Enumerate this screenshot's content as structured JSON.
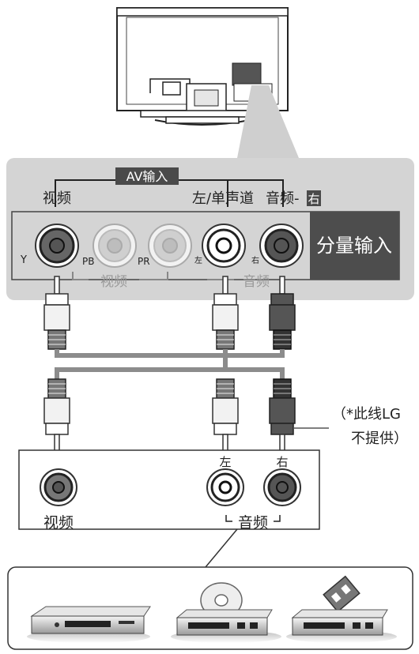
{
  "tv_panel": {
    "av_input_title": "AV输入",
    "video_label": "视频",
    "audio_left_label": "左/单声道",
    "audio_right_prefix": "音频-",
    "audio_right_badge": "右",
    "component_input_label": "分量输入",
    "jack_y": "Y",
    "jack_pb": "PB",
    "jack_pr": "PR",
    "jack_left": "左",
    "jack_right": "右",
    "component_video_caption": "视频",
    "component_audio_caption": "音频"
  },
  "cable_note": {
    "line1": "（*此线LG",
    "line2": "不提供）"
  },
  "device_panel": {
    "left_label": "左",
    "right_label": "右",
    "video_label": "视频",
    "audio_label": "音频"
  },
  "colors": {
    "panel_bg": "#d4d4d4",
    "component_box": "#4d4d4d",
    "plug_white": "#f2f2f2",
    "plug_dark": "#555555",
    "plug_faded": "#cfcfcf",
    "cable": "#8c8c8c"
  },
  "devices": [
    "dvd-player-icon",
    "cd-player-icon",
    "vcr-icon"
  ]
}
